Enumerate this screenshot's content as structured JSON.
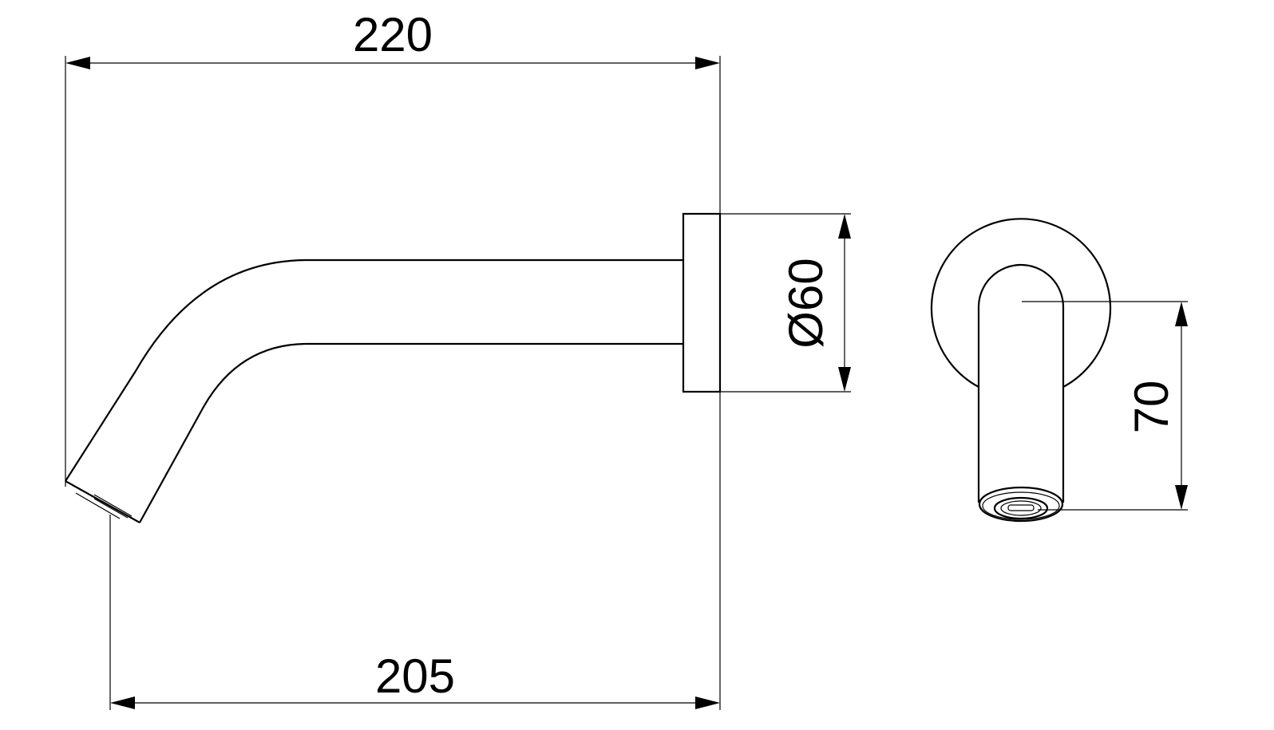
{
  "drawing": {
    "subject": "wall-mounted spout technical drawing",
    "colors": {
      "line": "#000000",
      "background": "#ffffff"
    },
    "views": {
      "side": {
        "overall_length_label": "220",
        "projection_label": "205",
        "rosette_diameter_label": "Ø60"
      },
      "front": {
        "height_label": "70"
      }
    }
  }
}
